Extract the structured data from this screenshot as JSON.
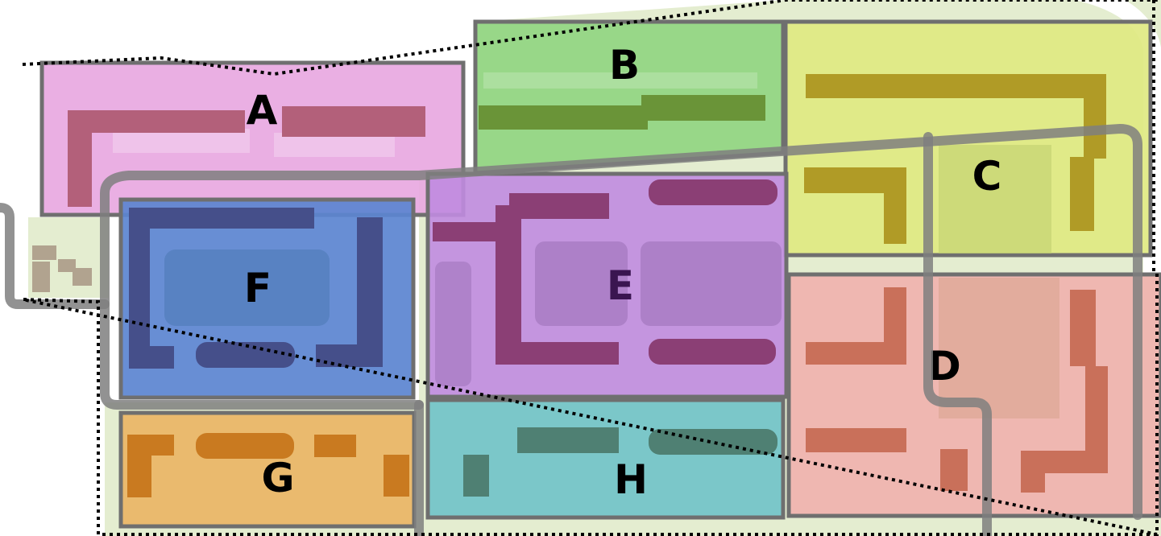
{
  "map": {
    "zones": [
      {
        "id": "A",
        "label": "A",
        "fill": "#e8a6e0",
        "building": "#b3607a",
        "text_color": "#000000"
      },
      {
        "id": "B",
        "label": "B",
        "fill": "#8fd47f",
        "building": "#6a9438",
        "text_color": "#000000"
      },
      {
        "id": "C",
        "label": "C",
        "fill": "#dfe97f",
        "building": "#b09b26",
        "text_color": "#000000"
      },
      {
        "id": "D",
        "label": "D",
        "fill": "#f0b0ad",
        "building": "#c9705a",
        "text_color": "#000000"
      },
      {
        "id": "E",
        "label": "E",
        "fill": "#c08be0",
        "building": "#8b3f75",
        "text_color": "#3a1550"
      },
      {
        "id": "F",
        "label": "F",
        "fill": "#5b84d0",
        "building": "#454f8a",
        "text_color": "#000000"
      },
      {
        "id": "G",
        "label": "G",
        "fill": "#eab565",
        "building": "#c97a20",
        "text_color": "#000000"
      },
      {
        "id": "H",
        "label": "H",
        "fill": "#72c3c8",
        "building": "#4f8073",
        "text_color": "#000000"
      }
    ],
    "colors": {
      "background_green": "#e4edd0",
      "zone_border": "#6f6f6f",
      "path": "#7f7f7f",
      "boundary": "#000000",
      "white_road": "#ffffff",
      "outbuilding": "#b1a38f"
    }
  }
}
